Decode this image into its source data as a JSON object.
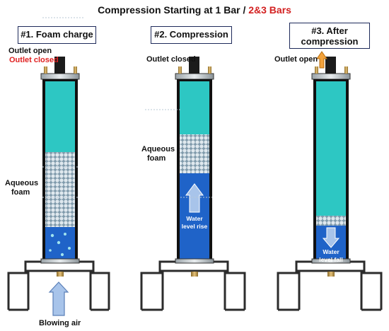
{
  "title": {
    "main": "Compression Starting at 1 Bar / ",
    "highlight": "2&3 Bars"
  },
  "stage1": {
    "heading": "#1. Foam charge",
    "outlet_open": "Outlet open",
    "outlet_closed": "Outlet closed",
    "foam_label_1": "Aqueous",
    "foam_label_2": "foam",
    "air_label": "Blowing air"
  },
  "stage2": {
    "heading": "#2. Compression",
    "outlet_closed": "Outlet closed",
    "foam_label_1": "Aqueous",
    "foam_label_2": "foam",
    "water_label_1": "Water",
    "water_label_2": "level rise"
  },
  "stage3": {
    "heading_1": "#3. After",
    "heading_2": "compression",
    "outlet_open": "Outlet open",
    "water_label_1": "Water",
    "water_label_2": "level fall"
  },
  "colors": {
    "water": "#1f63c8",
    "cyan": "#2dc7c3",
    "foam": "#c9d7df",
    "frame": "#2c2c2c",
    "arrow_blue": "#a8c4ea",
    "arrow_orange": "#f2a23c",
    "red_text": "#d32020"
  }
}
